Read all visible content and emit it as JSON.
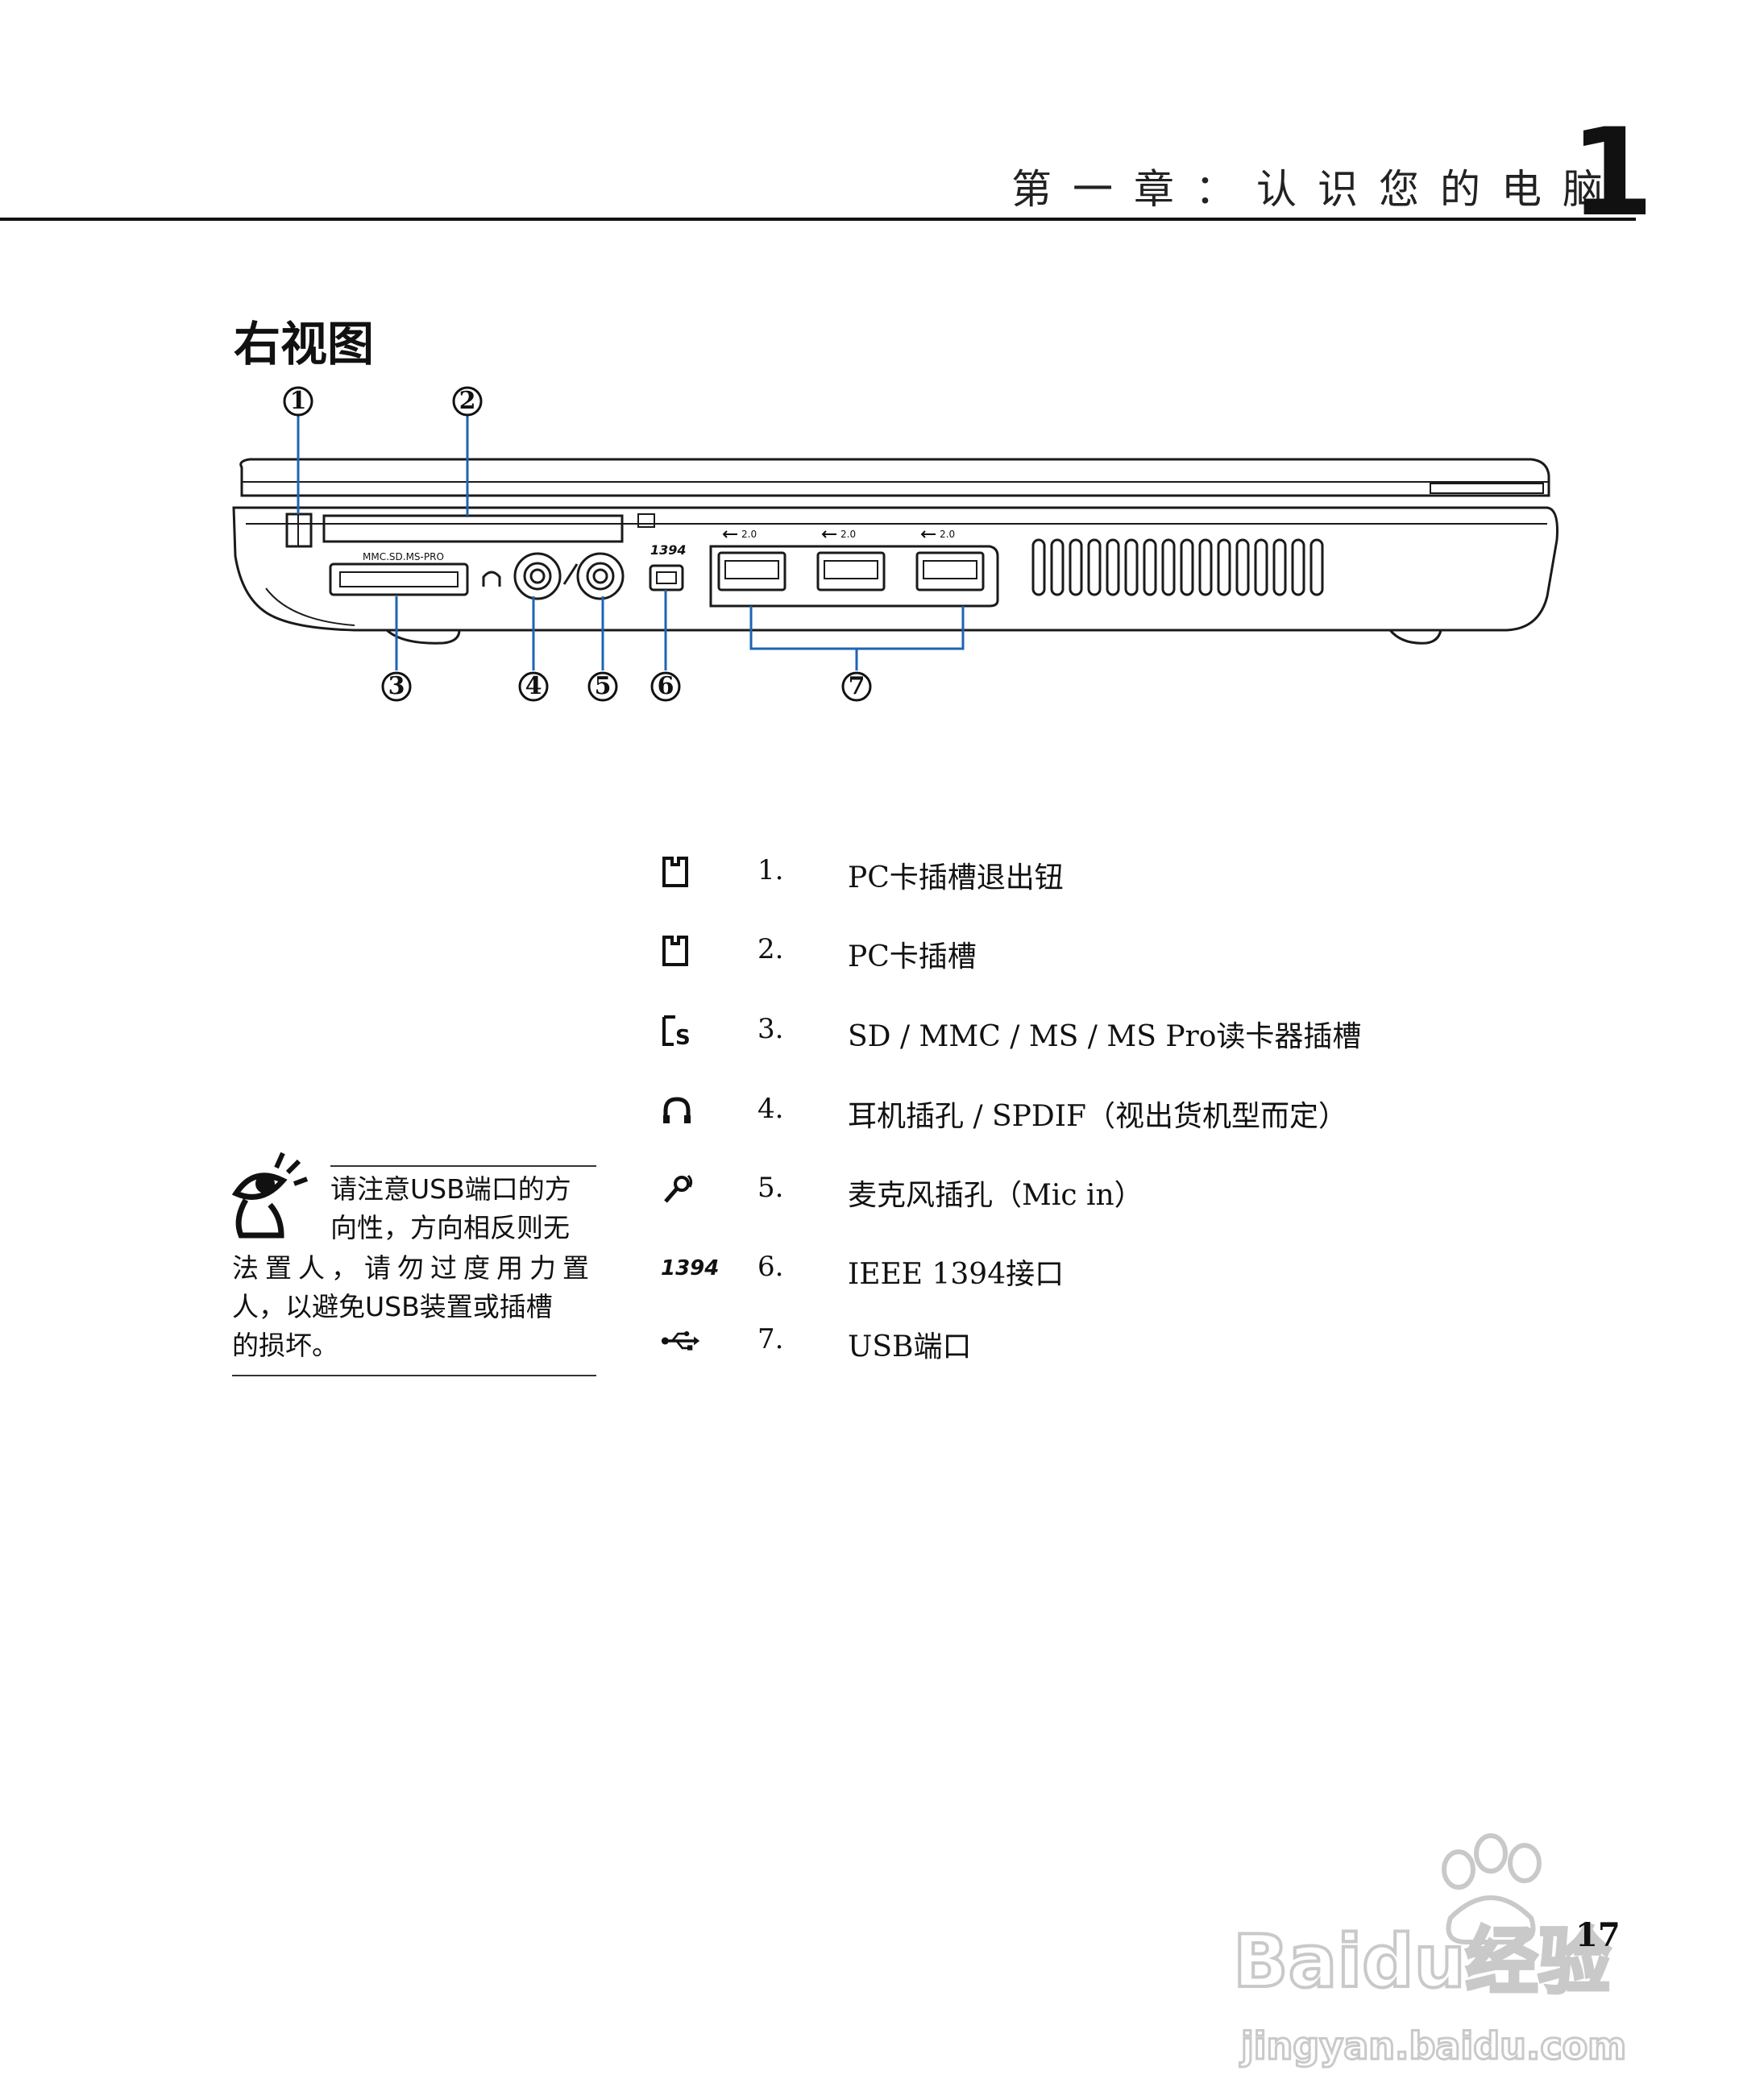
{
  "header": {
    "chapter_title": "第一章：认识您的电脑",
    "chapter_number": "1"
  },
  "section": {
    "title": "右视图"
  },
  "diagram": {
    "callouts": [
      "1",
      "2",
      "3",
      "4",
      "5",
      "6",
      "7"
    ],
    "labels": {
      "card_reader": "MMC.SD.MS-PRO",
      "firewire": "1394",
      "usb": "2.0"
    }
  },
  "legend": {
    "items": [
      {
        "icon": "pc-card-icon",
        "num": "1.",
        "text": "PC卡插槽退出钮"
      },
      {
        "icon": "pc-card-icon",
        "num": "2.",
        "text": "PC卡插槽"
      },
      {
        "icon": "sd-card-icon",
        "num": "3.",
        "text": "SD / MMC / MS / MS Pro读卡器插槽"
      },
      {
        "icon": "headphone-icon",
        "num": "4.",
        "text": "耳机插孔 / SPDIF（视出货机型而定）"
      },
      {
        "icon": "microphone-icon",
        "num": "5.",
        "text": "麦克风插孔（Mic in）"
      },
      {
        "icon": "ieee1394-icon",
        "num": "6.",
        "text": "IEEE 1394接口"
      },
      {
        "icon": "usb-icon",
        "num": "7.",
        "text": "USB端口"
      }
    ],
    "icon_1394_text": "1394"
  },
  "note": {
    "lines": [
      "请注意USB端口的方",
      "向性，方向相反则无",
      "法置人，请勿过度用力置",
      "人，以避免USB装置或插槽",
      "的损坏。"
    ]
  },
  "footer": {
    "page_number": "17",
    "watermark_brand": "Baidu经验",
    "watermark_url": "jingyan.baidu.com"
  }
}
